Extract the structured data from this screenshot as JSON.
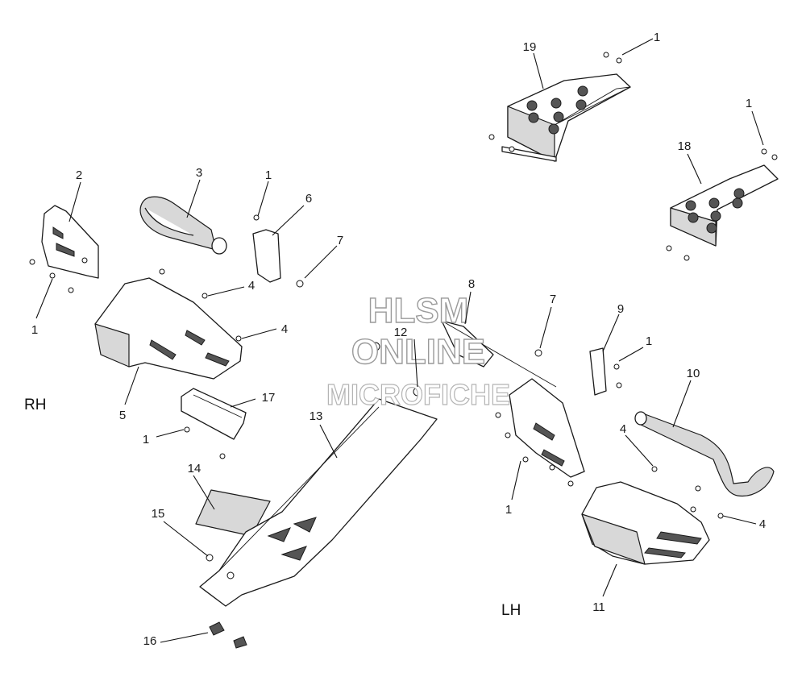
{
  "sides": {
    "right": "RH",
    "left": "LH"
  },
  "watermark": {
    "line1": "HLSM",
    "line2": "ONLINE",
    "line3": "MICROFICHE"
  },
  "callouts": {
    "c1": "1",
    "c2": "2",
    "c3": "3",
    "c4": "4",
    "c5": "5",
    "c6": "6",
    "c7": "7",
    "c8": "8",
    "c9": "9",
    "c10": "10",
    "c11": "11",
    "c12": "12",
    "c13": "13",
    "c14": "14",
    "c15": "15",
    "c16": "16",
    "c17": "17",
    "c18": "18",
    "c19": "19"
  }
}
